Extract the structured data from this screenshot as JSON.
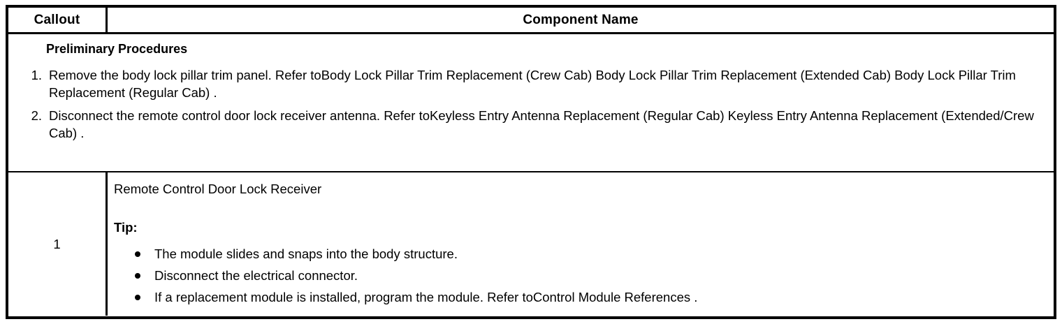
{
  "table": {
    "columns": [
      {
        "key": "callout",
        "label": "Callout"
      },
      {
        "key": "component",
        "label": "Component Name"
      }
    ],
    "preliminary": {
      "title": "Preliminary Procedures",
      "steps": [
        "Remove the body lock pillar trim panel. Refer toBody Lock Pillar Trim Replacement (Crew Cab) Body Lock Pillar Trim Replacement (Extended Cab) Body Lock Pillar Trim Replacement (Regular Cab) .",
        "Disconnect the remote control door lock receiver antenna. Refer toKeyless Entry Antenna Replacement (Regular Cab) Keyless Entry Antenna Replacement (Extended/Crew Cab) ."
      ]
    },
    "rows": [
      {
        "callout": "1",
        "component_name": "Remote Control Door Lock Receiver",
        "tip_label": "Tip:",
        "tips": [
          "The module slides and snaps into the body structure.",
          "Disconnect the electrical connector.",
          "If a replacement module is installed, program the module. Refer toControl Module References ."
        ]
      }
    ]
  },
  "colors": {
    "border": "#000000",
    "text": "#000000",
    "background": "#ffffff"
  }
}
